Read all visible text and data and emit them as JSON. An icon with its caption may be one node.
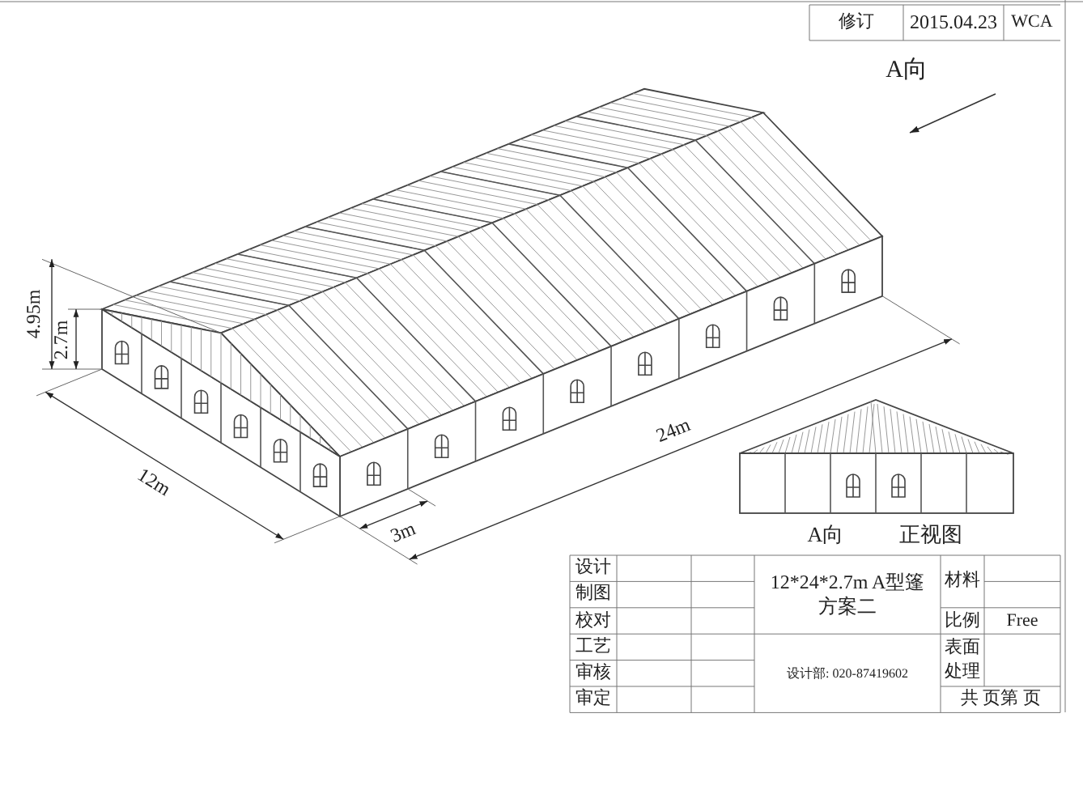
{
  "diagram": {
    "labels": [
      "修订",
      "2015.04.23",
      "WCA",
      "A向",
      "4.95m",
      "2.7m",
      "24m",
      "12m",
      "3m",
      "A向",
      "正视图",
      "设计",
      "12*24*2.7m A型篷",
      "方案二",
      "材料",
      "制图",
      "校对",
      "比例",
      "Free",
      "工艺",
      "设计部: 020-87419602",
      "表面处理",
      "审核",
      "审定",
      "共 页第 页"
    ]
  }
}
